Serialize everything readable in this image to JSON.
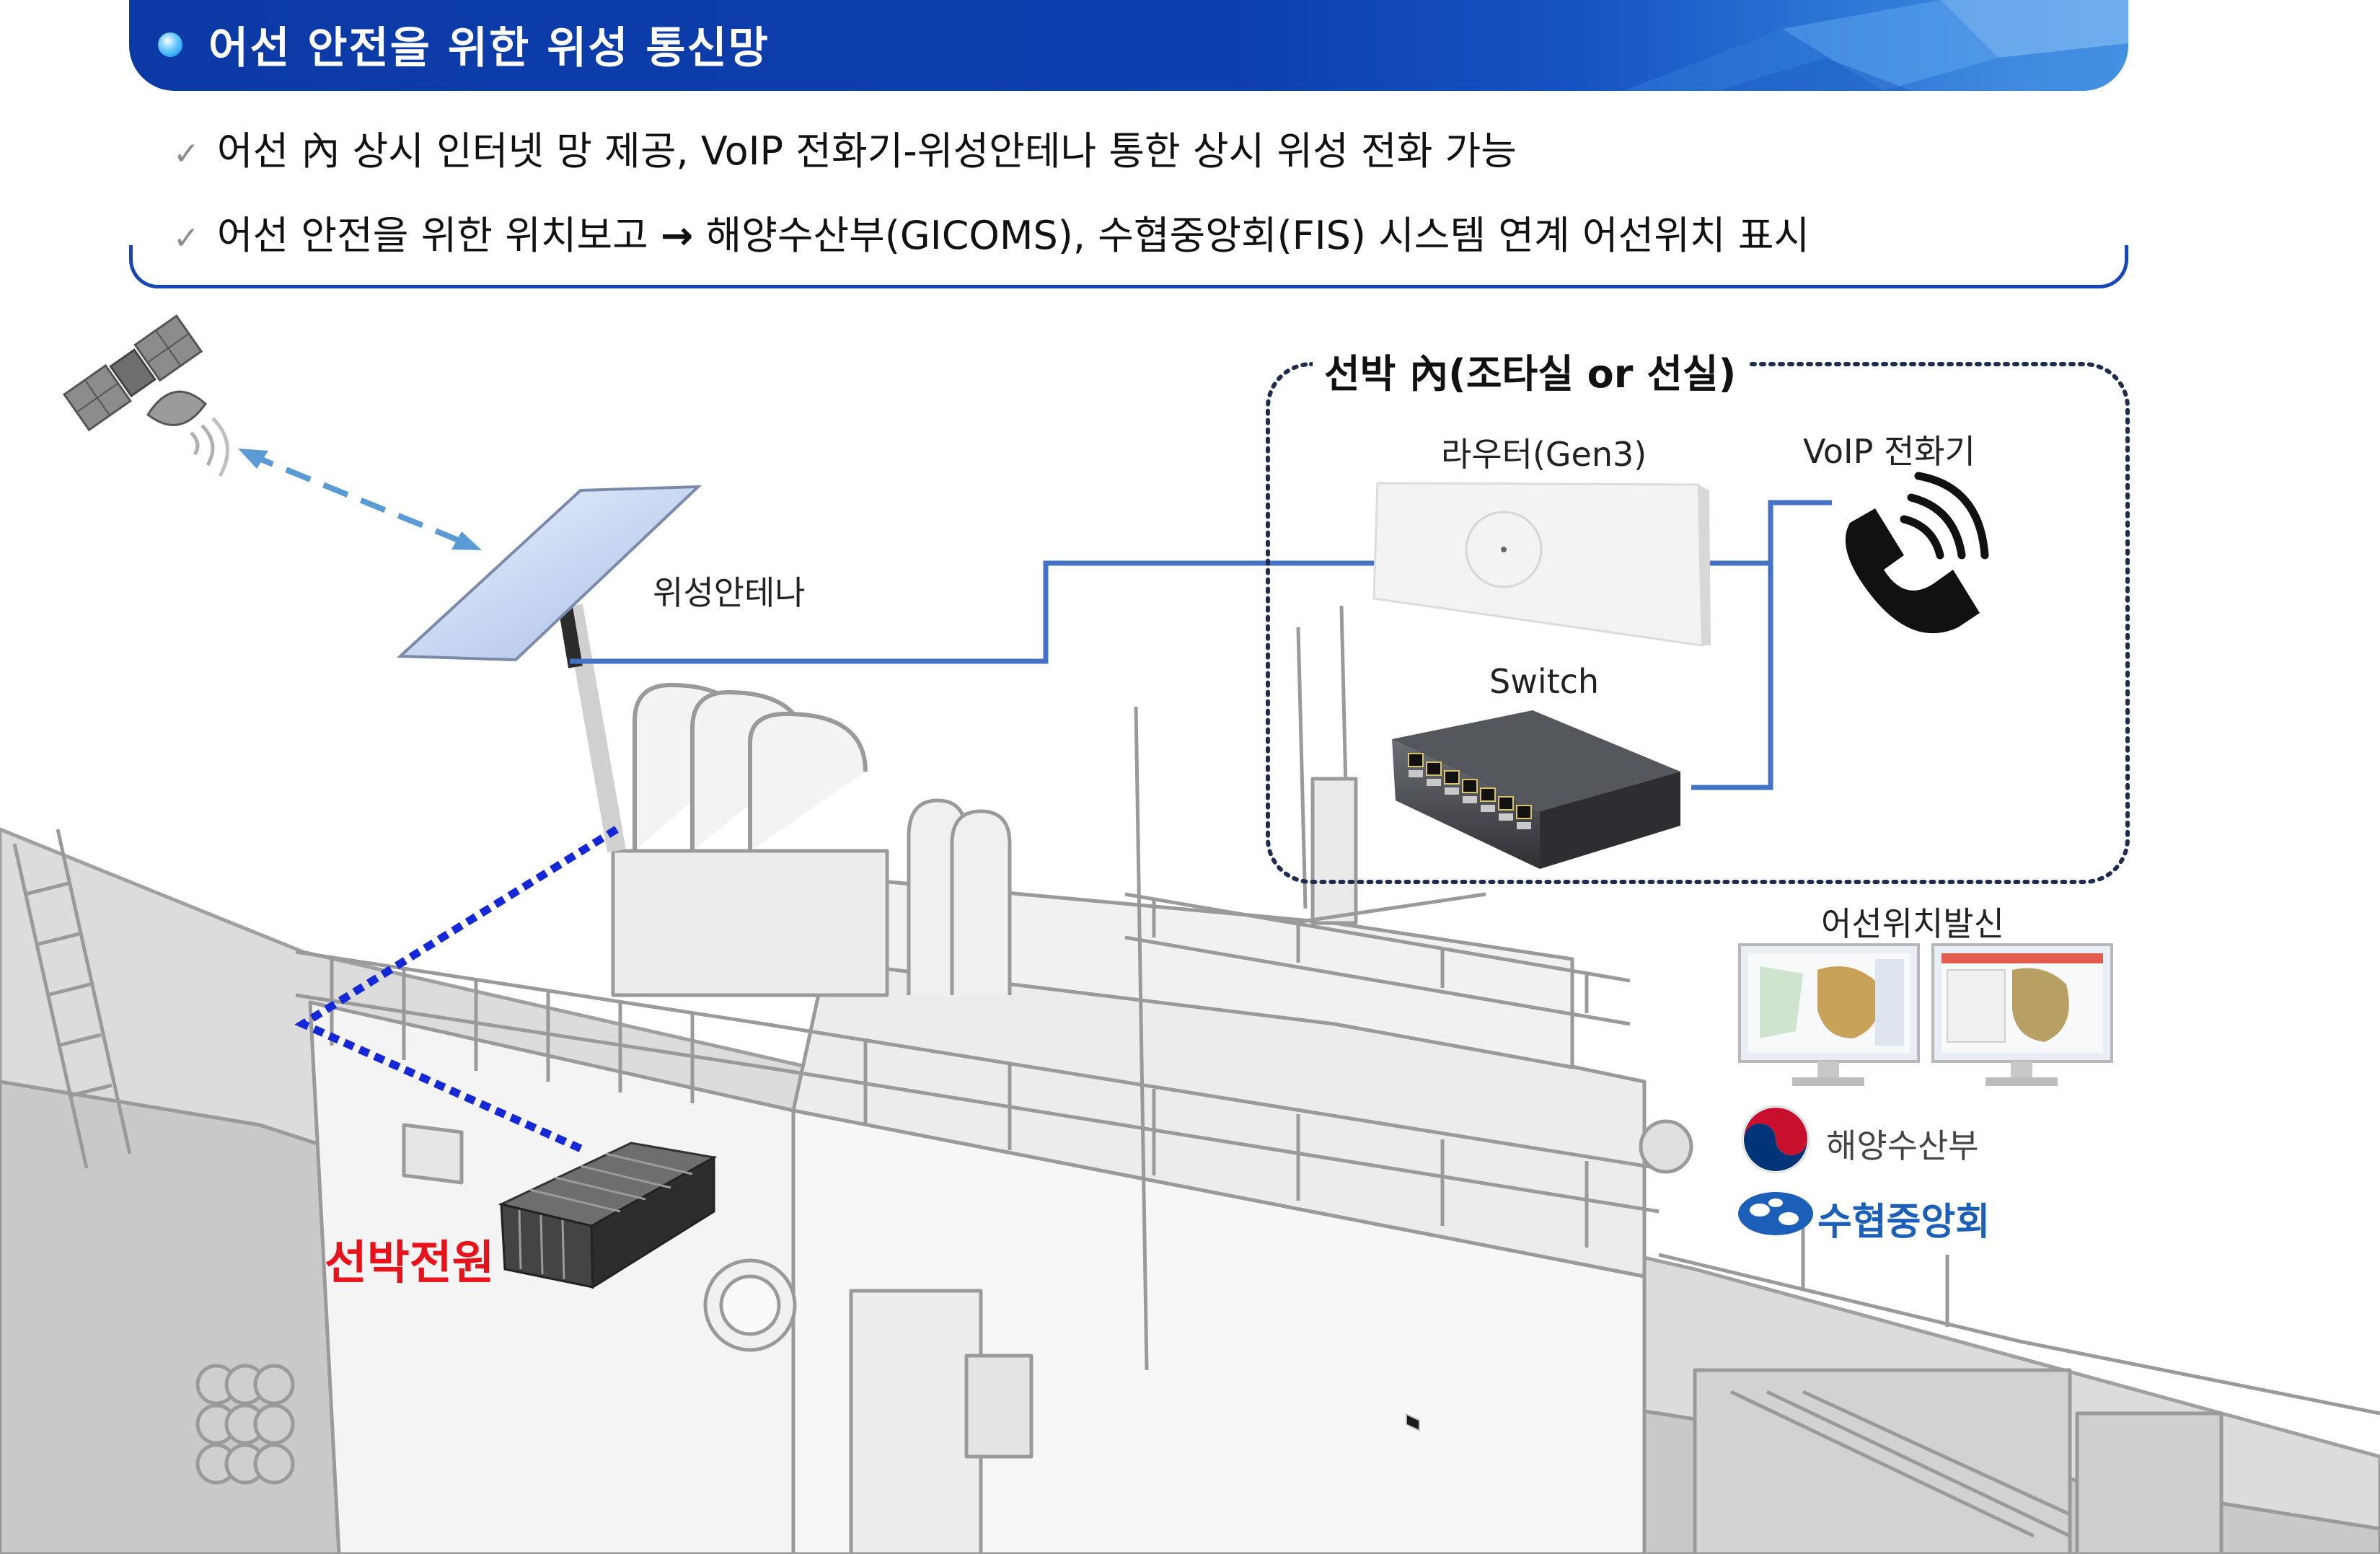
{
  "header": {
    "title": "어선 안전을 위한 위성 통신망",
    "bullets": [
      "어선 內 상시 인터넷 망 제공, VoIP 전화기-위성안테나 통한 상시 위성 전화 가능",
      "어선 안전을 위한 위치보고"
    ],
    "bullet2_tail": "해양수산부(GICOMS), 수협중앙회(FIS) 시스템 연계 어선위치 표시",
    "check_glyph": "✓",
    "arrow_glyph": "→"
  },
  "diagram": {
    "antenna_label": "위성안테나",
    "onboard_title": "선박 內(조타실 or 선실)",
    "router_label": "라우터(Gen3)",
    "voip_label": "VoIP 전화기",
    "switch_label": "Switch",
    "position_label": "어선위치발신",
    "power_label": "선박전원",
    "mof_label": "해양수산부",
    "suhyup_label": "수협중앙회"
  },
  "colors": {
    "banner": "#0d3fae",
    "line": "#4472c4",
    "power_dash": "#1428d8",
    "power_text": "#e8121a",
    "dotted_box": "#1f2d4d"
  },
  "icons": [
    "satellite-icon",
    "phone-icon",
    "router-icon",
    "switch-icon",
    "monitor-icon",
    "mof-logo-icon",
    "suhyup-logo-icon",
    "battery-icon",
    "ship-illustration"
  ]
}
